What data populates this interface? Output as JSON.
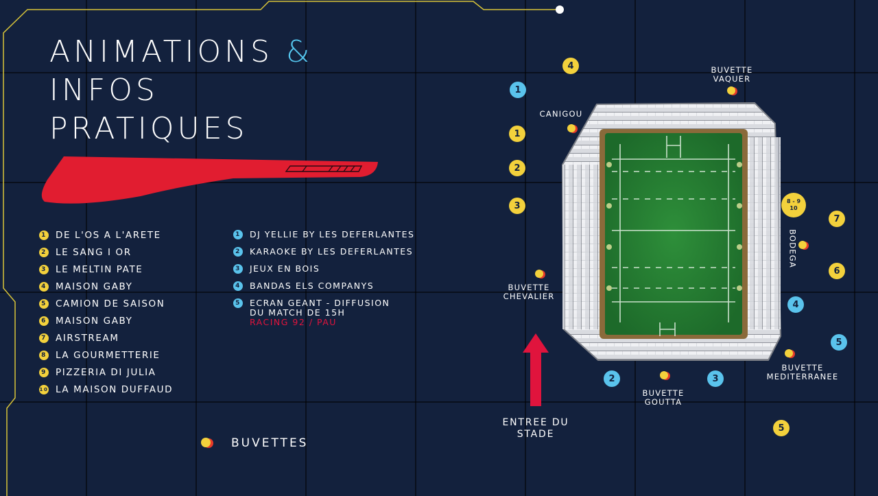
{
  "title": {
    "line1_main": "ANIMATIONS",
    "line1_amp": "&",
    "line2": "INFOS",
    "line3": "PRATIQUES"
  },
  "restaurants": [
    {
      "num": "1",
      "label": "DE L'OS A L'ARETE"
    },
    {
      "num": "2",
      "label": "LE SANG I OR"
    },
    {
      "num": "3",
      "label": "LE MELTIN PATE"
    },
    {
      "num": "4",
      "label": "MAISON GABY"
    },
    {
      "num": "5",
      "label": "CAMION DE SAISON"
    },
    {
      "num": "6",
      "label": "MAISON GABY"
    },
    {
      "num": "7",
      "label": "AIRSTREAM"
    },
    {
      "num": "8",
      "label": "LA GOURMETTERIE"
    },
    {
      "num": "9",
      "label": "PIZZERIA DI JULIA"
    },
    {
      "num": "10",
      "label": "LA MAISON DUFFAUD"
    }
  ],
  "animations": [
    {
      "num": "1",
      "label": "DJ YELLIE BY LES DEFERLANTES"
    },
    {
      "num": "2",
      "label": "KARAOKE BY LES DEFERLANTES"
    },
    {
      "num": "3",
      "label": "JEUX EN BOIS"
    },
    {
      "num": "4",
      "label": "BANDAS ELS COMPANYS"
    },
    {
      "num": "5",
      "label_line1": "ECRAN GEANT - DIFFUSION",
      "label_line2": "DU MATCH DE 15H",
      "label_line3": "RACING 92 / PAU"
    }
  ],
  "legend": {
    "label": "BUVETTES"
  },
  "map": {
    "buvette_vaquer": [
      "BUVETTE",
      "VAQUER"
    ],
    "canigou": "CANIGOU",
    "buvette_chevalier": [
      "BUVETTE",
      "CHEVALIER"
    ],
    "bodega": "BODEGA",
    "buvette_goutta": [
      "BUVETTE",
      "GOUTTA"
    ],
    "buvette_mediterranee": [
      "BUVETTE",
      "MEDITERRANEE"
    ],
    "entree": [
      "ENTREE DU",
      "STADE"
    ],
    "badges_yellow": [
      "4",
      "1",
      "2",
      "3",
      "7",
      "6",
      "5"
    ],
    "badge_cluster": {
      "top": "8 - 9",
      "bottom": "10"
    },
    "badges_blue": [
      "1",
      "4",
      "5",
      "2",
      "3"
    ]
  },
  "colors": {
    "background": "#13213d",
    "yellow": "#f3d13c",
    "blue": "#5ac3ec",
    "red": "#e0143d",
    "circuit": "#d9c53a"
  }
}
